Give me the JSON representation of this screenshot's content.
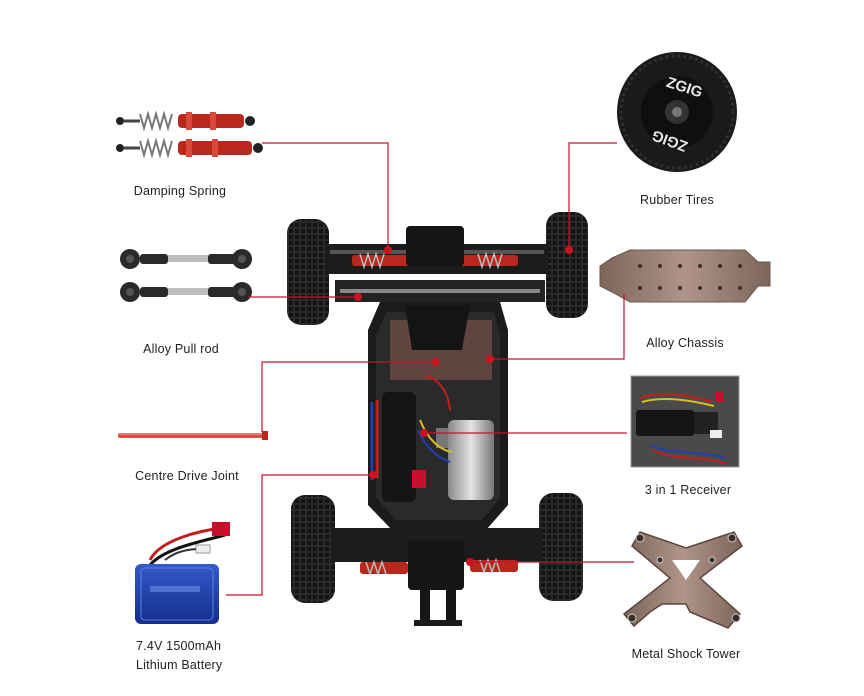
{
  "labels": {
    "damping_spring": "Damping Spring",
    "alloy_pull_rod": "Alloy Pull rod",
    "centre_drive_joint": "Centre Drive Joint",
    "battery_line1": "7.4V 1500mAh",
    "battery_line2": "Lithium Battery",
    "rubber_tires": "Rubber Tires",
    "alloy_chassis": "Alloy Chassis",
    "receiver": "3 in 1 Receiver",
    "metal_shock_tower": "Metal Shock Tower"
  },
  "tire_logo_text": "ZGIG",
  "colors": {
    "callout_line": "#c8102e",
    "accent_red": "#c0201a",
    "tire": "#1e1e1e",
    "chassis_plate": "#9a7f72",
    "battery_blue": "#1f3fa8"
  }
}
